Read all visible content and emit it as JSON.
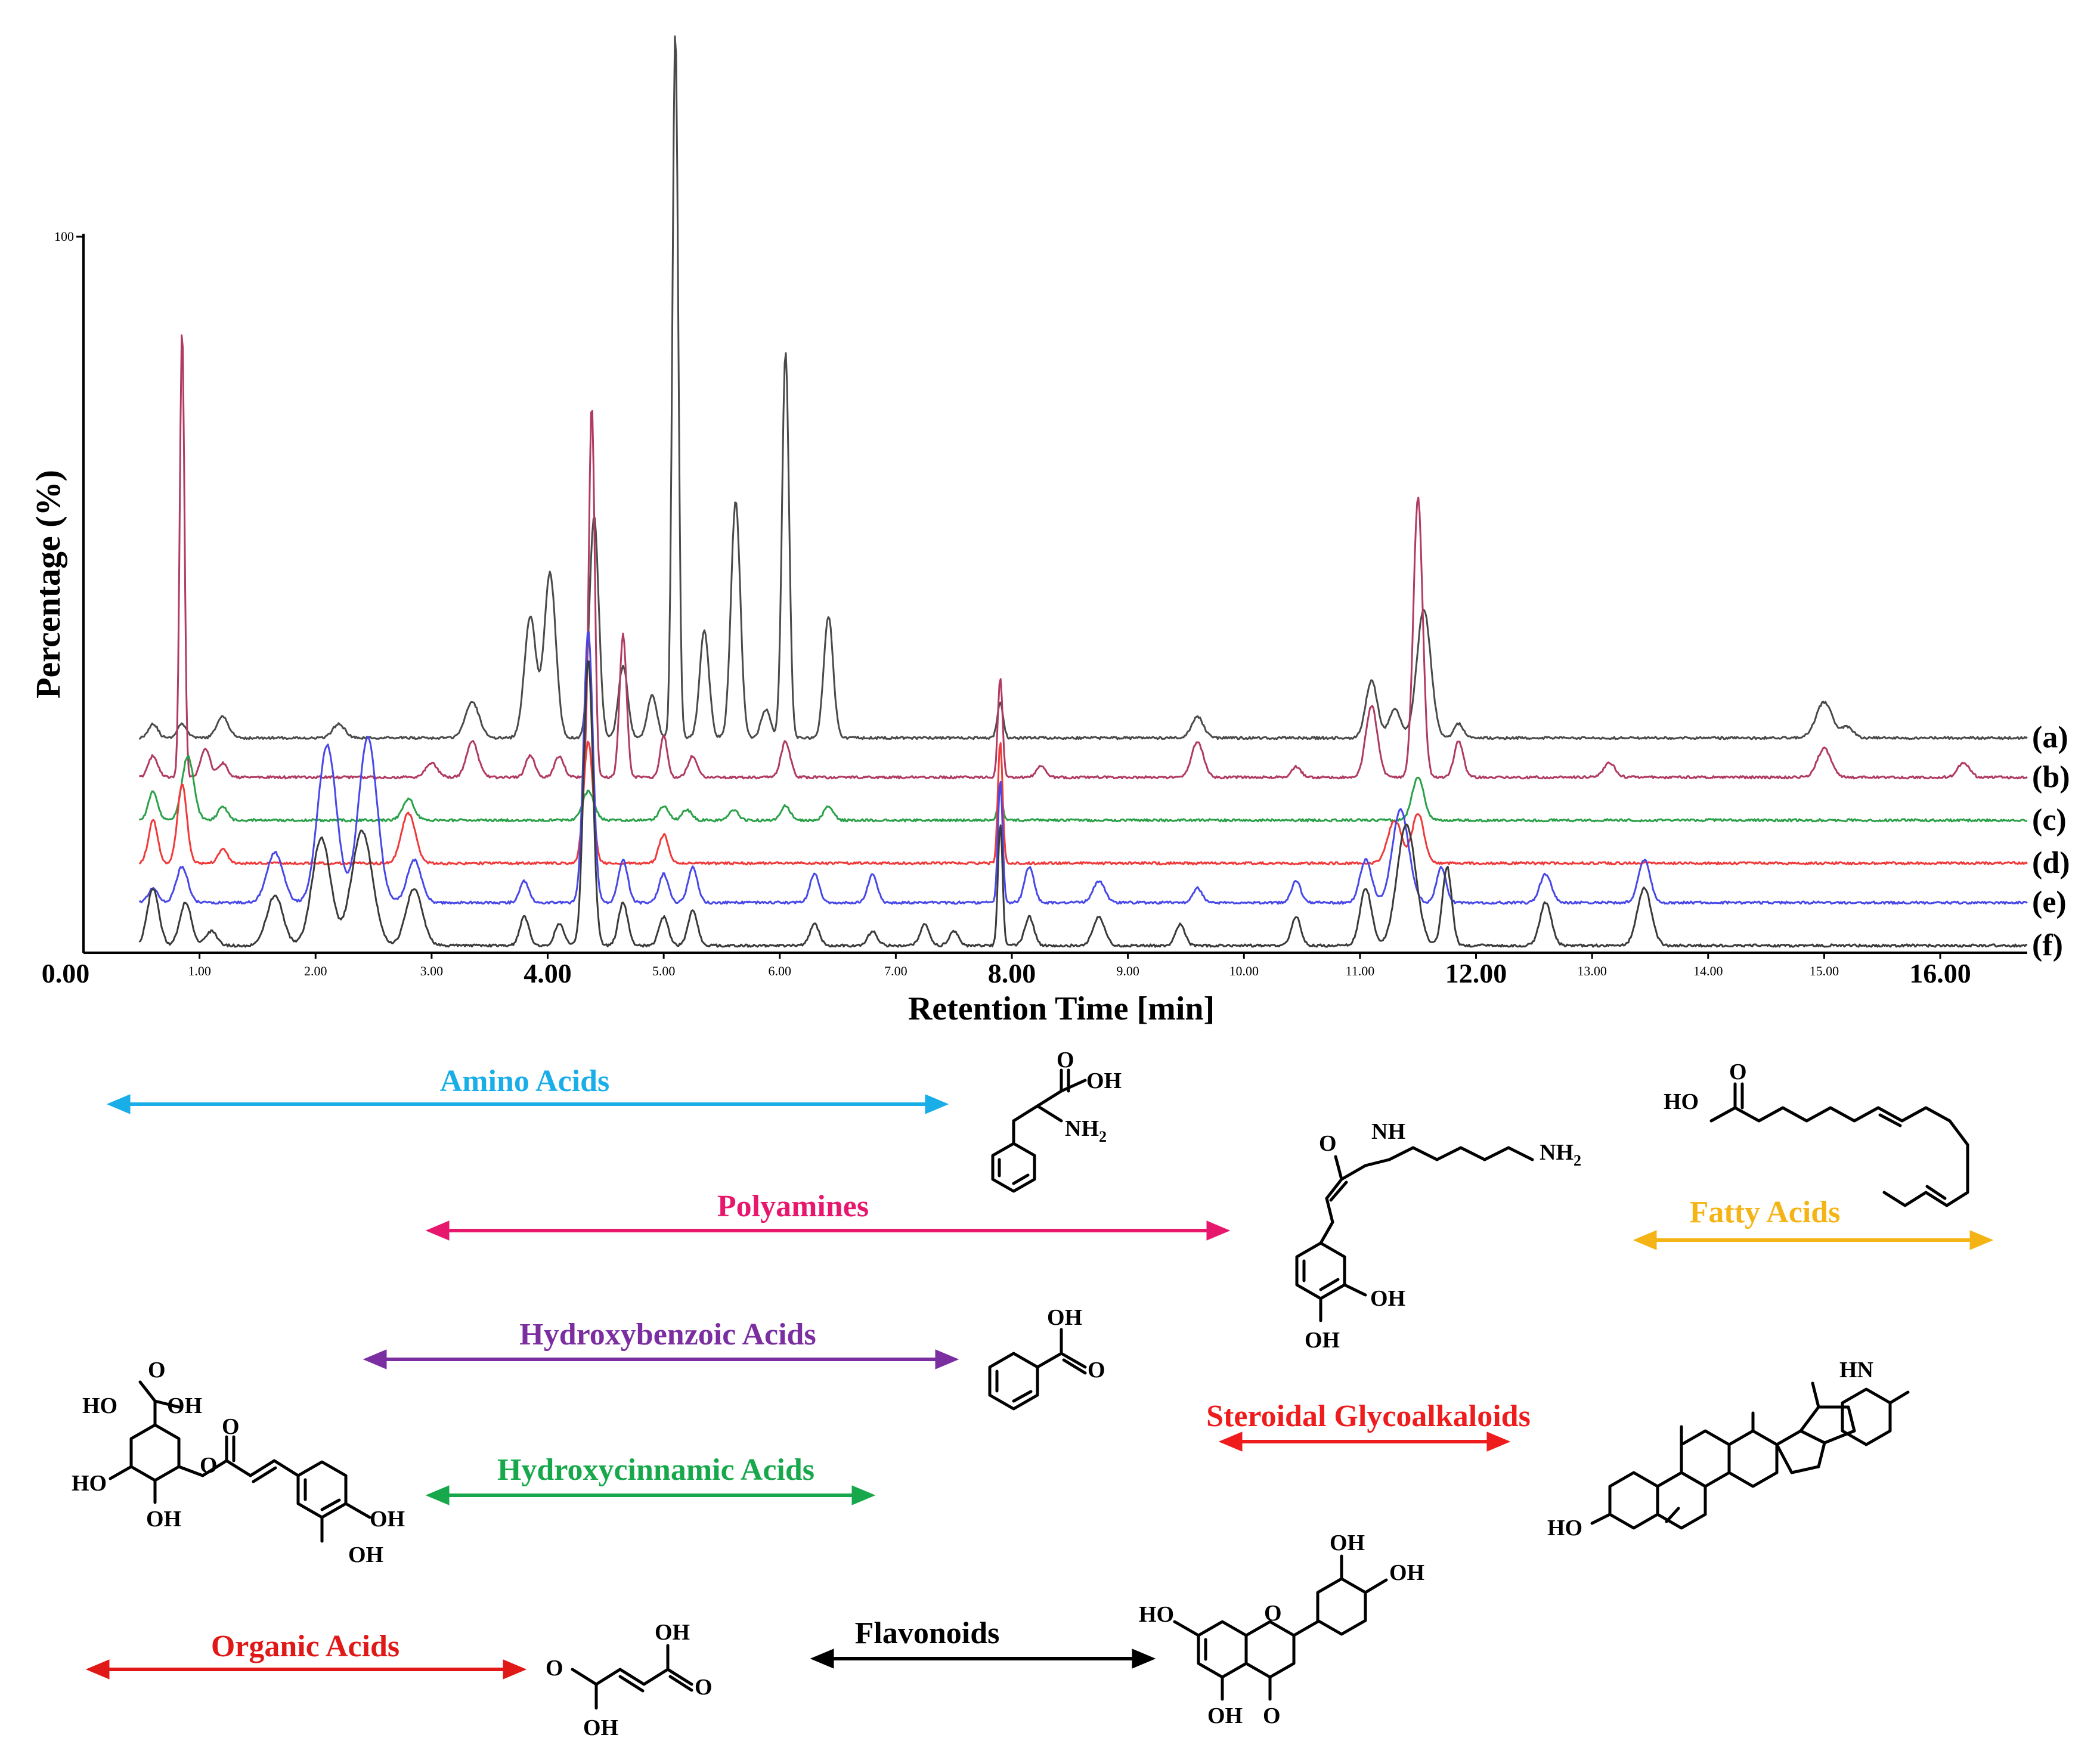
{
  "chart_data": {
    "type": "line",
    "title": "",
    "xlabel": "Retention Time [min]",
    "ylabel": "Percentage (%)",
    "xlim": [
      0,
      16.75
    ],
    "ylim": [
      0,
      100
    ],
    "y_tick_label": "100",
    "x_ticks": [
      {
        "value": 0,
        "label": "0.00",
        "major": true
      },
      {
        "value": 1,
        "label": "1.00",
        "major": false
      },
      {
        "value": 2,
        "label": "2.00",
        "major": false
      },
      {
        "value": 3,
        "label": "3.00",
        "major": false
      },
      {
        "value": 4,
        "label": "4.00",
        "major": true
      },
      {
        "value": 5,
        "label": "5.00",
        "major": false
      },
      {
        "value": 6,
        "label": "6.00",
        "major": false
      },
      {
        "value": 7,
        "label": "7.00",
        "major": false
      },
      {
        "value": 8,
        "label": "8.00",
        "major": true
      },
      {
        "value": 9,
        "label": "9.00",
        "major": false
      },
      {
        "value": 10,
        "label": "10.00",
        "major": false
      },
      {
        "value": 11,
        "label": "11.00",
        "major": false
      },
      {
        "value": 12,
        "label": "12.00",
        "major": true
      },
      {
        "value": 13,
        "label": "13.00",
        "major": false
      },
      {
        "value": 14,
        "label": "14.00",
        "major": false
      },
      {
        "value": 15,
        "label": "15.00",
        "major": false
      },
      {
        "value": 16,
        "label": "16.00",
        "major": true
      }
    ],
    "grid": false,
    "legend": "right",
    "series": [
      {
        "name": "(a)",
        "color": "#4a4a4a",
        "baseline": 30,
        "peaks": [
          [
            0.6,
            2,
            0.04
          ],
          [
            0.85,
            2,
            0.04
          ],
          [
            1.2,
            3,
            0.05
          ],
          [
            2.2,
            2,
            0.05
          ],
          [
            3.35,
            5,
            0.06
          ],
          [
            3.85,
            17,
            0.05
          ],
          [
            4.02,
            23,
            0.05
          ],
          [
            4.4,
            31,
            0.04
          ],
          [
            4.65,
            10,
            0.04
          ],
          [
            4.9,
            6,
            0.04
          ],
          [
            5.1,
            99,
            0.025
          ],
          [
            5.35,
            15,
            0.04
          ],
          [
            5.62,
            33,
            0.04
          ],
          [
            5.88,
            4,
            0.04
          ],
          [
            6.05,
            54,
            0.03
          ],
          [
            6.42,
            17,
            0.04
          ],
          [
            7.9,
            5,
            0.025
          ],
          [
            9.6,
            3,
            0.05
          ],
          [
            11.1,
            8,
            0.05
          ],
          [
            11.3,
            4,
            0.05
          ],
          [
            11.55,
            18,
            0.06
          ],
          [
            11.85,
            2,
            0.04
          ],
          [
            15.0,
            5,
            0.07
          ],
          [
            15.2,
            1.5,
            0.05
          ]
        ]
      },
      {
        "name": "(b)",
        "color": "#b03a62",
        "baseline": 24.5,
        "peaks": [
          [
            0.6,
            3,
            0.04
          ],
          [
            0.85,
            63,
            0.02
          ],
          [
            1.05,
            4,
            0.04
          ],
          [
            1.2,
            2,
            0.04
          ],
          [
            3.0,
            2,
            0.05
          ],
          [
            3.35,
            5,
            0.05
          ],
          [
            3.85,
            3,
            0.04
          ],
          [
            4.1,
            3,
            0.04
          ],
          [
            4.38,
            52,
            0.025
          ],
          [
            4.65,
            20,
            0.03
          ],
          [
            5.0,
            6,
            0.03
          ],
          [
            5.25,
            3,
            0.04
          ],
          [
            6.05,
            5,
            0.04
          ],
          [
            7.9,
            14,
            0.02
          ],
          [
            8.25,
            1.5,
            0.04
          ],
          [
            9.6,
            5,
            0.05
          ],
          [
            10.45,
            1.5,
            0.04
          ],
          [
            11.1,
            10,
            0.05
          ],
          [
            11.5,
            39,
            0.04
          ],
          [
            11.85,
            5,
            0.04
          ],
          [
            13.15,
            2,
            0.05
          ],
          [
            15.0,
            4,
            0.06
          ],
          [
            16.2,
            2,
            0.05
          ]
        ]
      },
      {
        "name": "(c)",
        "color": "#2aa048",
        "baseline": 18.5,
        "peaks": [
          [
            0.6,
            4,
            0.04
          ],
          [
            0.9,
            9,
            0.05
          ],
          [
            1.2,
            2,
            0.04
          ],
          [
            2.8,
            3,
            0.05
          ],
          [
            4.35,
            4,
            0.05
          ],
          [
            5.0,
            2,
            0.04
          ],
          [
            5.2,
            1.5,
            0.04
          ],
          [
            5.6,
            1.5,
            0.04
          ],
          [
            6.05,
            2,
            0.04
          ],
          [
            6.42,
            2,
            0.04
          ],
          [
            7.9,
            4,
            0.02
          ],
          [
            11.5,
            6,
            0.05
          ]
        ]
      },
      {
        "name": "(d)",
        "color": "#f03a3a",
        "baseline": 12.5,
        "peaks": [
          [
            0.6,
            6,
            0.04
          ],
          [
            0.85,
            11,
            0.04
          ],
          [
            1.2,
            2,
            0.04
          ],
          [
            2.8,
            7,
            0.06
          ],
          [
            4.35,
            17,
            0.04
          ],
          [
            5.0,
            4,
            0.04
          ],
          [
            7.9,
            17,
            0.02
          ],
          [
            11.3,
            6,
            0.06
          ],
          [
            11.5,
            7,
            0.05
          ]
        ]
      },
      {
        "name": "(e)",
        "color": "#4848e8",
        "baseline": 7,
        "peaks": [
          [
            0.6,
            2,
            0.04
          ],
          [
            0.85,
            5,
            0.05
          ],
          [
            1.65,
            7,
            0.07
          ],
          [
            2.1,
            22,
            0.08
          ],
          [
            2.45,
            23,
            0.08
          ],
          [
            2.85,
            6,
            0.06
          ],
          [
            3.8,
            3,
            0.04
          ],
          [
            4.35,
            38,
            0.04
          ],
          [
            4.65,
            6,
            0.04
          ],
          [
            5.0,
            4,
            0.04
          ],
          [
            5.25,
            5,
            0.04
          ],
          [
            6.3,
            4,
            0.04
          ],
          [
            6.8,
            4,
            0.04
          ],
          [
            7.9,
            17,
            0.02
          ],
          [
            8.15,
            5,
            0.04
          ],
          [
            8.75,
            3,
            0.05
          ],
          [
            9.6,
            2,
            0.04
          ],
          [
            10.45,
            3,
            0.04
          ],
          [
            11.05,
            6,
            0.05
          ],
          [
            11.35,
            13,
            0.07
          ],
          [
            11.7,
            5,
            0.04
          ],
          [
            12.6,
            4,
            0.05
          ],
          [
            13.45,
            6,
            0.05
          ]
        ]
      },
      {
        "name": "(f)",
        "color": "#3a3a3a",
        "baseline": 1,
        "peaks": [
          [
            0.6,
            8,
            0.05
          ],
          [
            0.88,
            6,
            0.05
          ],
          [
            1.1,
            2,
            0.05
          ],
          [
            1.65,
            7,
            0.07
          ],
          [
            2.05,
            15,
            0.08
          ],
          [
            2.4,
            16,
            0.09
          ],
          [
            2.85,
            8,
            0.07
          ],
          [
            3.8,
            4,
            0.04
          ],
          [
            4.1,
            3,
            0.04
          ],
          [
            4.35,
            40,
            0.04
          ],
          [
            4.65,
            6,
            0.04
          ],
          [
            5.0,
            4,
            0.04
          ],
          [
            5.25,
            5,
            0.04
          ],
          [
            6.3,
            3,
            0.04
          ],
          [
            6.8,
            2,
            0.04
          ],
          [
            7.25,
            3,
            0.04
          ],
          [
            7.5,
            2,
            0.04
          ],
          [
            7.9,
            17,
            0.02
          ],
          [
            8.15,
            4,
            0.04
          ],
          [
            8.75,
            4,
            0.05
          ],
          [
            9.45,
            3,
            0.04
          ],
          [
            10.45,
            4,
            0.04
          ],
          [
            11.05,
            8,
            0.05
          ],
          [
            11.4,
            17,
            0.08
          ],
          [
            11.75,
            11,
            0.04
          ],
          [
            12.6,
            6,
            0.05
          ],
          [
            13.45,
            8,
            0.06
          ]
        ]
      }
    ]
  },
  "annotations": {
    "amino_acids": {
      "label": "Amino Acids",
      "color": "#1aaee8"
    },
    "polyamines": {
      "label": "Polyamines",
      "color": "#e8176e"
    },
    "fatty_acids": {
      "label": "Fatty Acids",
      "color": "#f5b416"
    },
    "hydroxybenzoic": {
      "label": "Hydroxybenzoic Acids",
      "color": "#7a2ea0"
    },
    "steroidal": {
      "label": "Steroidal Glycoalkaloids",
      "color": "#ee1c1c"
    },
    "hydroxycinnamic": {
      "label": "Hydroxycinnamic Acids",
      "color": "#16a84a"
    },
    "organic": {
      "label": "Organic Acids",
      "color": "#e01818"
    },
    "flavonoids": {
      "label": "Flavonoids",
      "color": "#000000"
    }
  },
  "structures": {
    "oh": "OH",
    "ho": "HO",
    "o": "O",
    "nh": "NH",
    "nh2": "NH",
    "hn": "HN",
    "sub2": "2"
  }
}
